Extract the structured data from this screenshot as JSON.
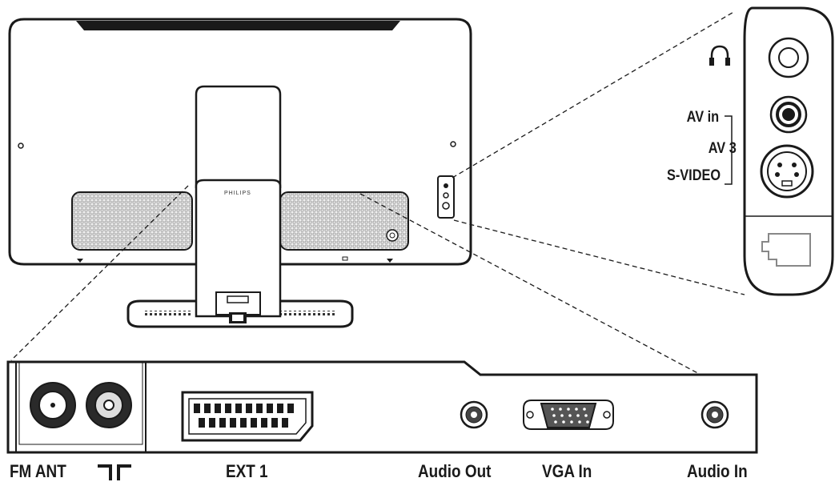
{
  "brand": "PHILIPS",
  "labels": {
    "fm_ant": "FM ANT",
    "ext1": "EXT 1",
    "audio_out": "Audio Out",
    "vga_in": "VGA In",
    "audio_in": "Audio In",
    "av_in": "AV in",
    "av3": "AV 3",
    "s_video": "S-VIDEO"
  },
  "icons": {
    "headphones": "headphones-icon",
    "antenna": "antenna-symbol-icon"
  },
  "colors": {
    "line": "#1a1a1a",
    "background": "#ffffff",
    "fill_light": "#eeeeee"
  }
}
